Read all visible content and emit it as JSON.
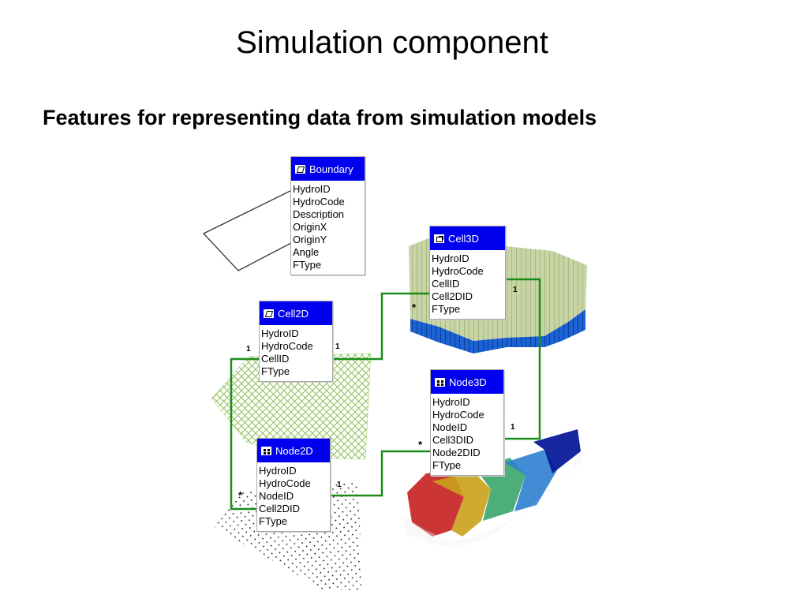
{
  "title": "Simulation component",
  "subtitle": "Features for representing data from simulation models",
  "tables": {
    "boundary": {
      "name": "Boundary",
      "icon": "polygon-icon",
      "fields": [
        "HydroID",
        "HydroCode",
        "Description",
        "OriginX",
        "OriginY",
        "Angle",
        "FType"
      ]
    },
    "cell3d": {
      "name": "Cell3D",
      "icon": "cube-icon",
      "fields": [
        "HydroID",
        "HydroCode",
        "CellID",
        "Cell2DID",
        "FType"
      ]
    },
    "cell2d": {
      "name": "Cell2D",
      "icon": "polygon-icon",
      "fields": [
        "HydroID",
        "HydroCode",
        "CellID",
        "FType"
      ]
    },
    "node3d": {
      "name": "Node3D",
      "icon": "points-icon",
      "fields": [
        "HydroID",
        "HydroCode",
        "NodeID",
        "Cell3DID",
        "Node2DID",
        "FType"
      ]
    },
    "node2d": {
      "name": "Node2D",
      "icon": "points-icon",
      "fields": [
        "HydroID",
        "HydroCode",
        "NodeID",
        "Cell2DID",
        "FType"
      ]
    }
  },
  "multiplicity": {
    "cell2d_cell3d_one": "1",
    "cell2d_cell3d_many": "*",
    "cell2d_node2d_one": "1",
    "cell2d_node2d_many": "*",
    "node2d_node3d_one": "1",
    "node2d_node3d_many": "*",
    "cell3d_node3d_one": "1",
    "cell3d_node3d_tick": "1"
  },
  "colors": {
    "header_blue": "#0000ee",
    "relationship_green": "#1a8c1a",
    "grid_green": "#a8cf7a",
    "cell3d_tan": "#c8d6a6",
    "cell3d_blue": "#1560d0"
  }
}
